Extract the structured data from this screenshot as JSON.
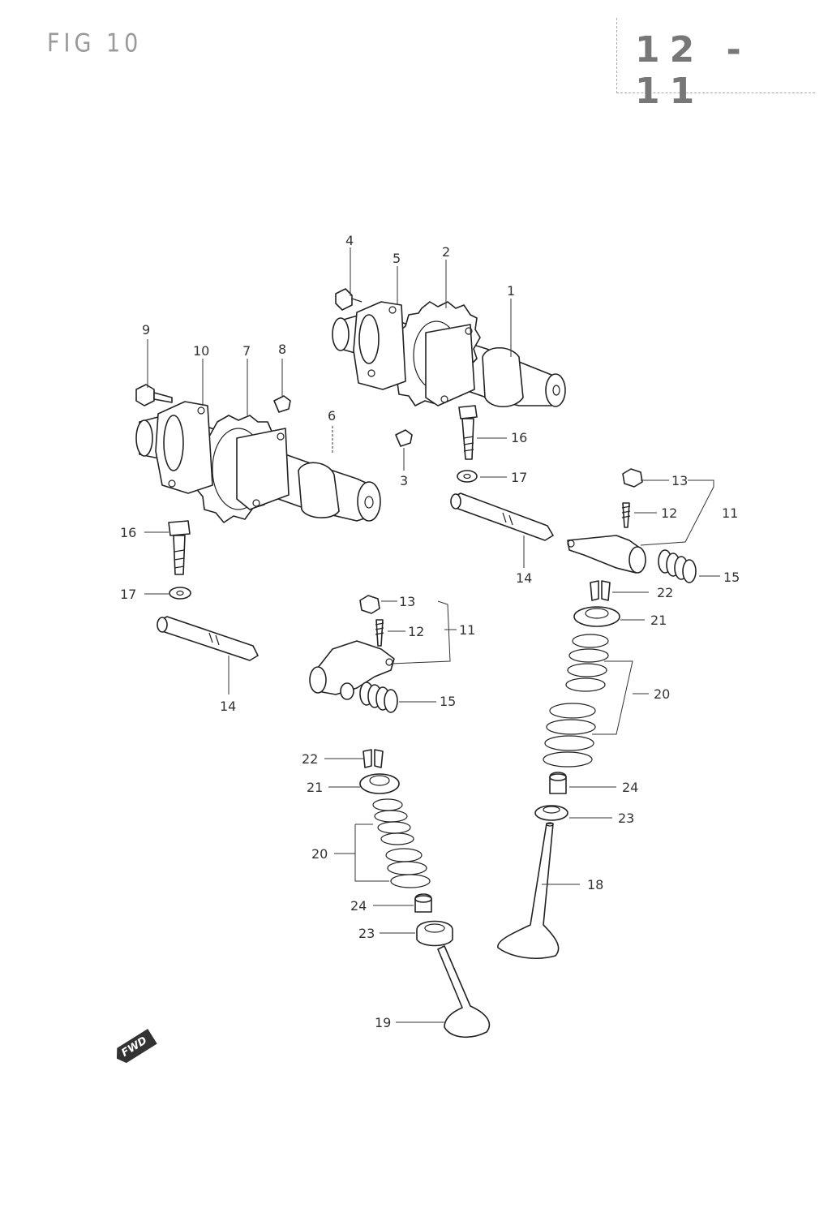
{
  "figure": {
    "title": "FIG 10",
    "code": "12 - 11"
  },
  "badge": {
    "label": "FWD"
  },
  "callouts": {
    "c1": "1",
    "c2": "2",
    "c3": "3",
    "c4": "4",
    "c5": "5",
    "c6": "6",
    "c7": "7",
    "c8": "8",
    "c9": "9",
    "c10": "10",
    "c11a": "11",
    "c11b": "11",
    "c12a": "12",
    "c12b": "12",
    "c13a": "13",
    "c13b": "13",
    "c14a": "14",
    "c14b": "14",
    "c15a": "15",
    "c15b": "15",
    "c16a": "16",
    "c16b": "16",
    "c17a": "17",
    "c17b": "17",
    "c18": "18",
    "c19": "19",
    "c20a": "20",
    "c20b": "20",
    "c21a": "21",
    "c21b": "21",
    "c22a": "22",
    "c22b": "22",
    "c23a": "23",
    "c23b": "23",
    "c24a": "24",
    "c24b": "24"
  }
}
